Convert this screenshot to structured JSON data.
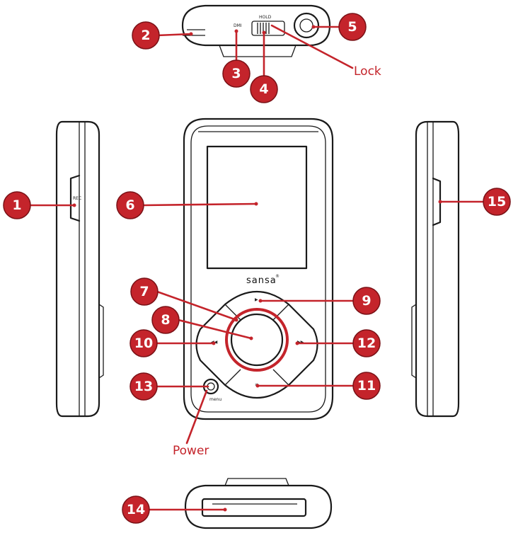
{
  "brand_text": "sansa",
  "brand_mark": "®",
  "device_labels": {
    "mic": "DMI",
    "hold": "HOLD",
    "rec": "REC",
    "menu": "menu"
  },
  "text_labels": {
    "lock": "Lock",
    "power": "Power"
  },
  "callouts": [
    "1",
    "2",
    "3",
    "4",
    "5",
    "6",
    "7",
    "8",
    "9",
    "10",
    "11",
    "12",
    "13",
    "14",
    "15"
  ],
  "colors": {
    "callout_fill": "#c4242b",
    "outline": "#1a1a1a",
    "ring": "#c4242b"
  }
}
